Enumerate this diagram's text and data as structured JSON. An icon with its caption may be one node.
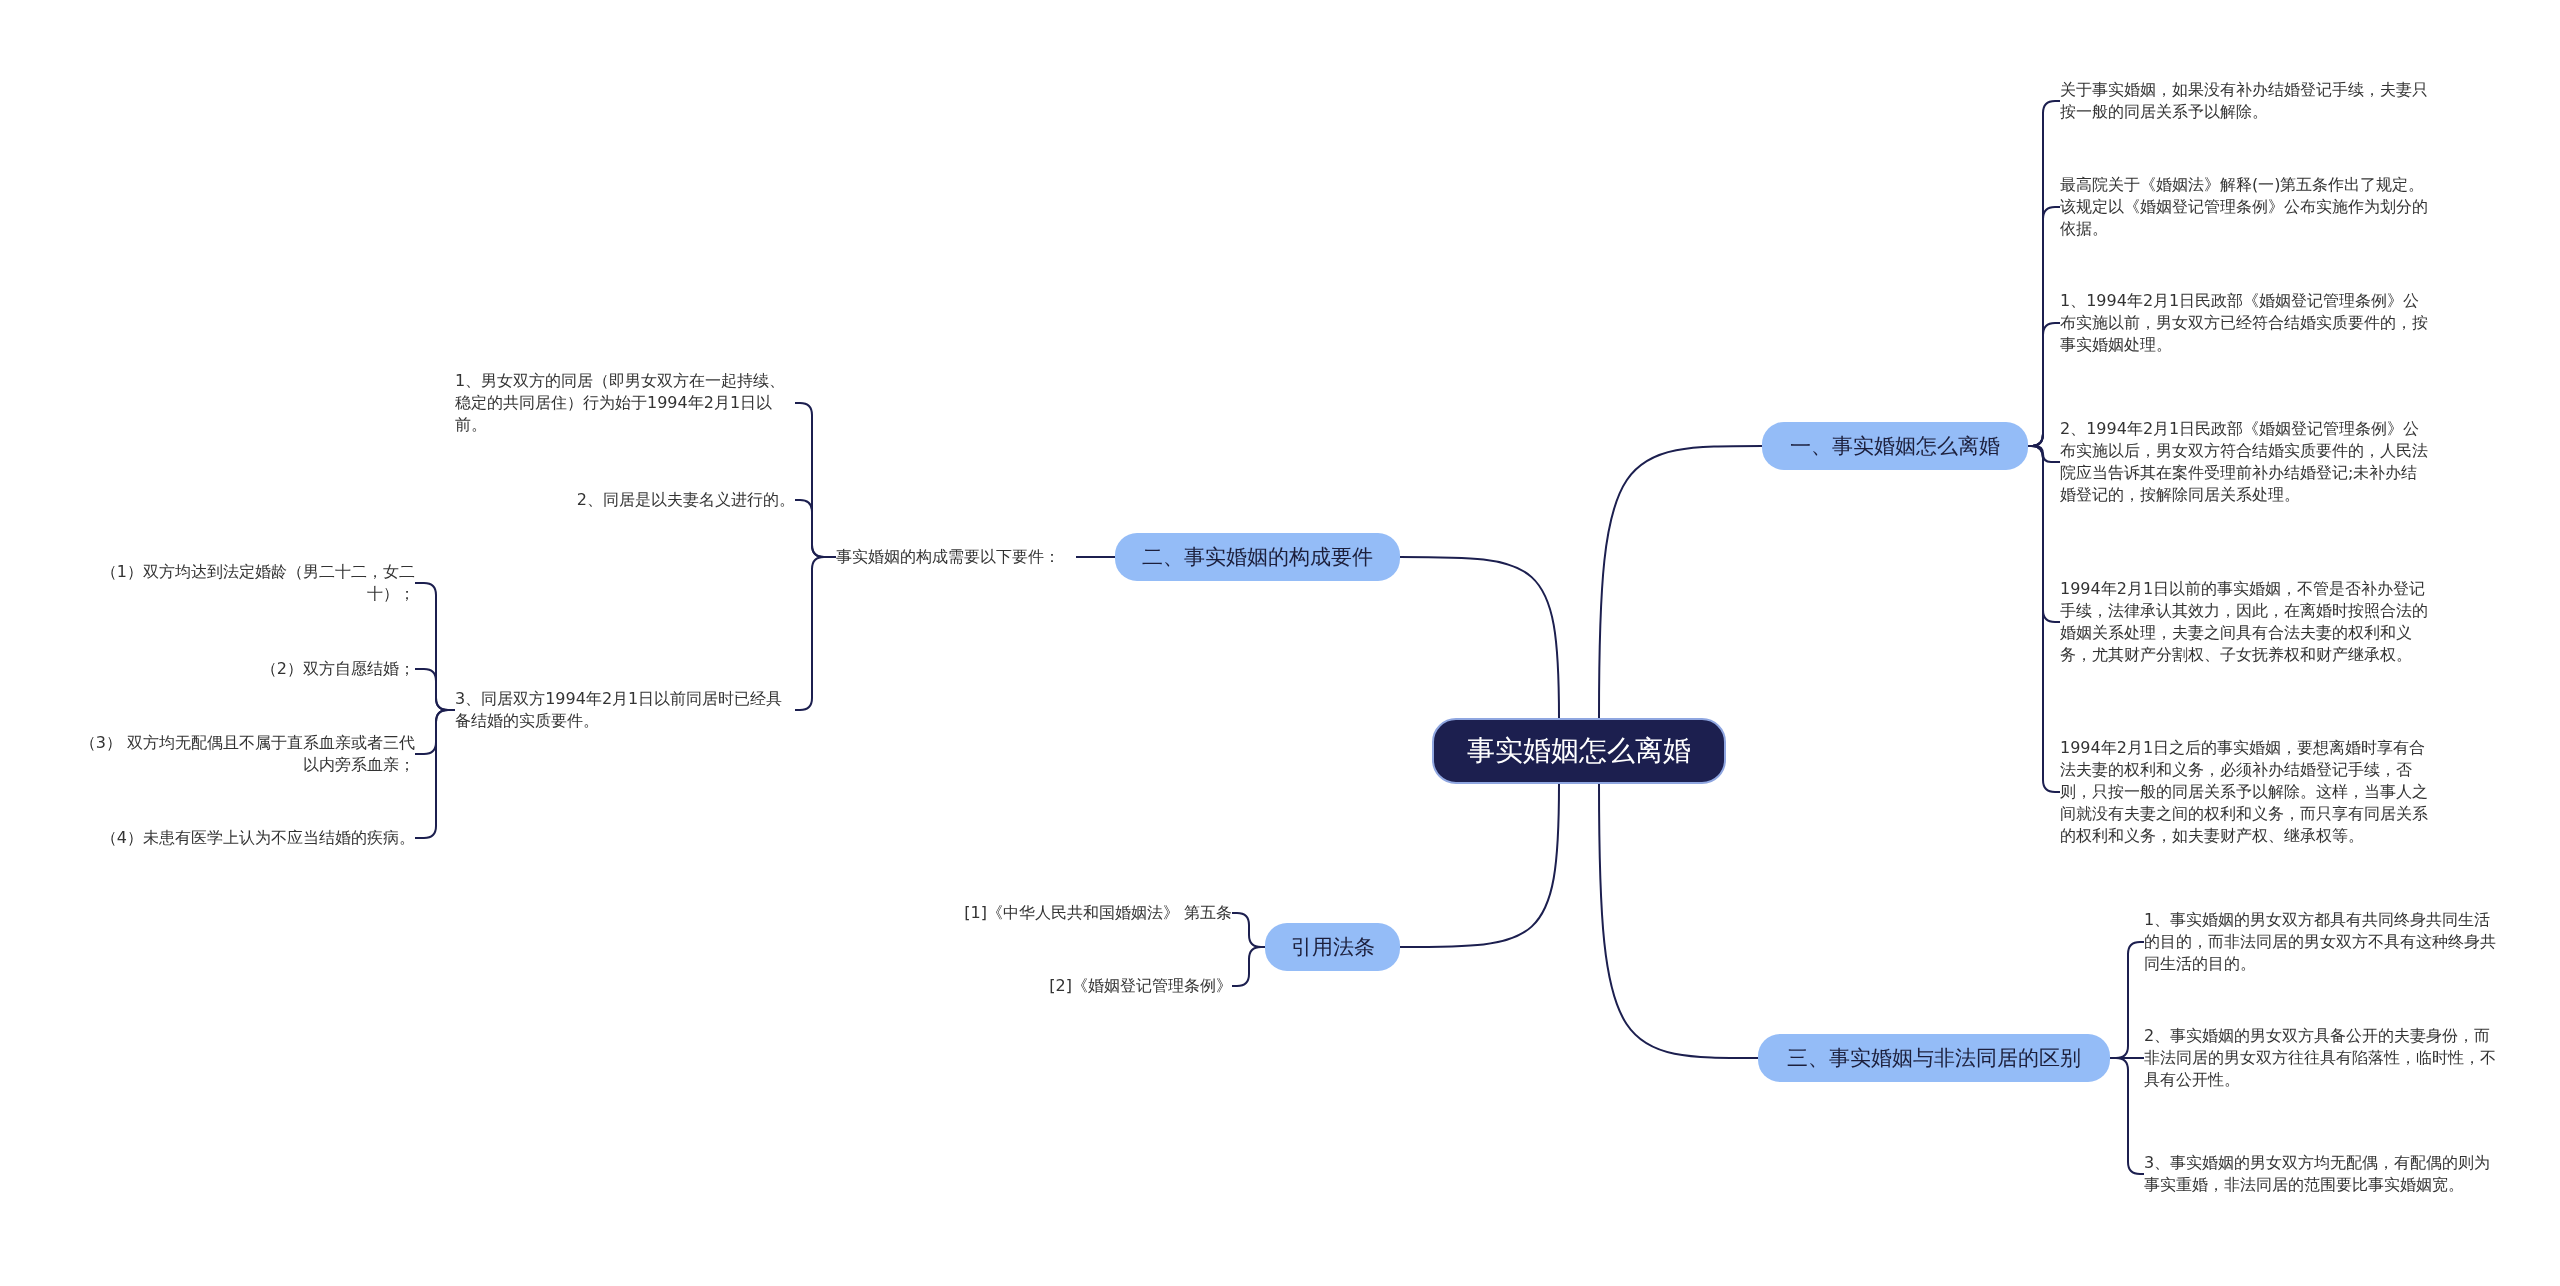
{
  "diagram": {
    "nodes": [
      {
        "text": [
          "事实婚姻怎么离婚"
        ]
      },
      {
        "text": [
          "一、事实婚姻怎么离婚"
        ]
      },
      {
        "text": [
          "关于事实婚姻，如果没有补办结婚登记手续，夫妻只按一般的同居关系予以解除。"
        ]
      },
      {
        "text": [
          "最高院关于《婚姻法》解释(一)第五条作出了规定。该规定以《婚姻登记管理条例》公布实施作为划分的依据。"
        ]
      },
      {
        "text": [
          "1、1994年2月1日民政部《婚姻登记管理条例》公布实施以前，男女双方已经符合结婚实质要件的，按事实婚姻处理。"
        ]
      },
      {
        "text": [
          "2、1994年2月1日民政部《婚姻登记管理条例》公布实施以后，男女双方符合结婚实质要件的，人民法院应当告诉其在案件受理前补办结婚登记;未补办结婚登记的，按解除同居关系处理。"
        ]
      },
      {
        "text": [
          "1994年2月1日以前的事实婚姻，不管是否补办登记手续，法律承认其效力，因此，在离婚时按照合法的婚姻关系处理，夫妻之间具有合法夫妻的权利和义务，尤其财产分割权、子女抚养权和财产继承权。"
        ]
      },
      {
        "text": [
          "1994年2月1日之后的事实婚姻，要想离婚时享有合法夫妻的权利和义务，必须补办结婚登记手续，否则，只按一般的同居关系予以解除。这样，当事人之间就没有夫妻之间的权利和义务，而只享有同居关系的权利和义务，如夫妻财产权、继承权等。"
        ]
      },
      {
        "text": [
          "二、事实婚姻的构成要件"
        ]
      },
      {
        "text": [
          "事实婚姻的构成需要以下要件："
        ]
      },
      {
        "text": [
          "1、男女双方的同居（即男女双方在一起持续、稳定的共同居住）行为始于1994年2月1日以前。"
        ]
      },
      {
        "text": [
          "2、同居是以夫妻名义进行的。"
        ]
      },
      {
        "text": [
          "3、同居双方1994年2月1日以前同居时已经具备结婚的实质要件。"
        ]
      },
      {
        "text": [
          "（1）双方均达到法定婚龄（男二十二，女二十）；"
        ]
      },
      {
        "text": [
          "（2）双方自愿结婚；"
        ]
      },
      {
        "text": [
          "（3） 双方均无配偶且不属于直系血亲或者三代以内旁系血亲；"
        ]
      },
      {
        "text": [
          "（4）未患有医学上认为不应当结婚的疾病。"
        ]
      },
      {
        "text": [
          "引用法条"
        ]
      },
      {
        "text": [
          "[1]《中华人民共和国婚姻法》 第五条"
        ]
      },
      {
        "text": [
          "[2]《婚姻登记管理条例》"
        ]
      },
      {
        "text": [
          "三、事实婚姻与非法同居的区别"
        ]
      },
      {
        "text": [
          "1、事实婚姻的男女双方都具有共同终身共同生活的目的，而非法同居的男女双方不具有这种终身共同生活的目的。"
        ]
      },
      {
        "text": [
          "2、事实婚姻的男女双方具备公开的夫妻身份，而非法同居的男女双方往往具有陷落性，临时性，不具有公开性。"
        ]
      },
      {
        "text": [
          "3、事实婚姻的男女双方均无配偶，有配偶的则为事实重婚，非法同居的范围要比事实婚姻宽。"
        ]
      }
    ],
    "edges": [
      {
        "from": 0,
        "to": 1,
        "arrow": "none"
      },
      {
        "from": 1,
        "to": 2,
        "arrow": "none"
      },
      {
        "from": 1,
        "to": 3,
        "arrow": "none"
      },
      {
        "from": 1,
        "to": 4,
        "arrow": "none"
      },
      {
        "from": 1,
        "to": 5,
        "arrow": "none"
      },
      {
        "from": 1,
        "to": 6,
        "arrow": "none"
      },
      {
        "from": 1,
        "to": 7,
        "arrow": "none"
      },
      {
        "from": 0,
        "to": 8,
        "arrow": "none"
      },
      {
        "from": 8,
        "to": 9,
        "arrow": "none"
      },
      {
        "from": 9,
        "to": 10,
        "arrow": "none"
      },
      {
        "from": 9,
        "to": 11,
        "arrow": "none"
      },
      {
        "from": 9,
        "to": 12,
        "arrow": "none"
      },
      {
        "from": 12,
        "to": 13,
        "arrow": "none"
      },
      {
        "from": 12,
        "to": 14,
        "arrow": "none"
      },
      {
        "from": 12,
        "to": 15,
        "arrow": "none"
      },
      {
        "from": 12,
        "to": 16,
        "arrow": "none"
      },
      {
        "from": 0,
        "to": 17,
        "arrow": "none"
      },
      {
        "from": 17,
        "to": 18,
        "arrow": "none"
      },
      {
        "from": 17,
        "to": 19,
        "arrow": "none"
      },
      {
        "from": 0,
        "to": 20,
        "arrow": "none"
      },
      {
        "from": 20,
        "to": 21,
        "arrow": "none"
      },
      {
        "from": 20,
        "to": 22,
        "arrow": "none"
      },
      {
        "from": 20,
        "to": 23,
        "arrow": "none"
      }
    ]
  }
}
